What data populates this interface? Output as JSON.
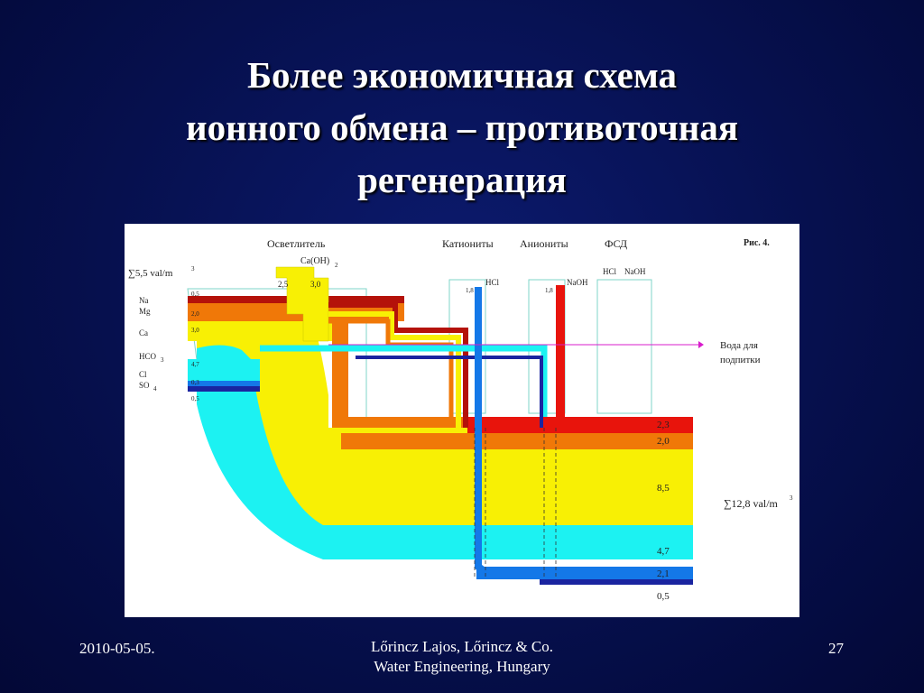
{
  "title": {
    "line1": "Более экономичная схема",
    "line2": "ионного обмена – противоточная",
    "line3": "регенерация"
  },
  "figure": {
    "fig_label": "Рис. 4.",
    "clarifier": "Осветлитель",
    "cation": "Катиониты",
    "anion": "Аниониты",
    "fsd": "ФСД",
    "reagent_lime": "Ca(OH)",
    "reagent_lime_sub": "2",
    "lime_a": "2,5",
    "lime_b": "3,0",
    "hcl": "HCl",
    "naoh": "NaOH",
    "cat_dose": "1,8",
    "an_dose": "1,8",
    "fsd_hcl": "HCl",
    "fsd_naoh": "NaOH",
    "inlet_total": "∑5,5 val/m",
    "inlet_sup": "3",
    "outlet_total": "∑12,8 val/m",
    "outlet_sup": "3",
    "product_line1": "Вода для",
    "product_line2": "подпитки",
    "ions": {
      "na": "Na",
      "mg": "Mg",
      "ca": "Ca",
      "hco3": "HCO",
      "hco3_sub": "3",
      "cl": "Cl",
      "so4": "SO",
      "so4_sub": "4"
    },
    "in_values": {
      "na": "0,5",
      "mg": "2,0",
      "ca": "3,0",
      "hco3": "4,7",
      "cl": "0,3",
      "so4": "0,5"
    },
    "out_values": {
      "red": "2,3",
      "orange": "2,0",
      "yellow": "8,5",
      "cyan": "4,7",
      "blue": "2,1",
      "navy": "0,5"
    },
    "colors": {
      "red": "#e8140c",
      "orange": "#f07808",
      "yellow": "#f8f004",
      "cyan": "#1cf2f2",
      "blue": "#1478e8",
      "navy": "#1a24a0",
      "darkred": "#b4120a",
      "magenta": "#d81ccc"
    }
  },
  "footer": {
    "date": "2010-05-05.",
    "credit_line1": "Lőrincz Lajos, Lőrincz & Co.",
    "credit_line2": "Water Engineering, Hungary",
    "page": "27"
  }
}
